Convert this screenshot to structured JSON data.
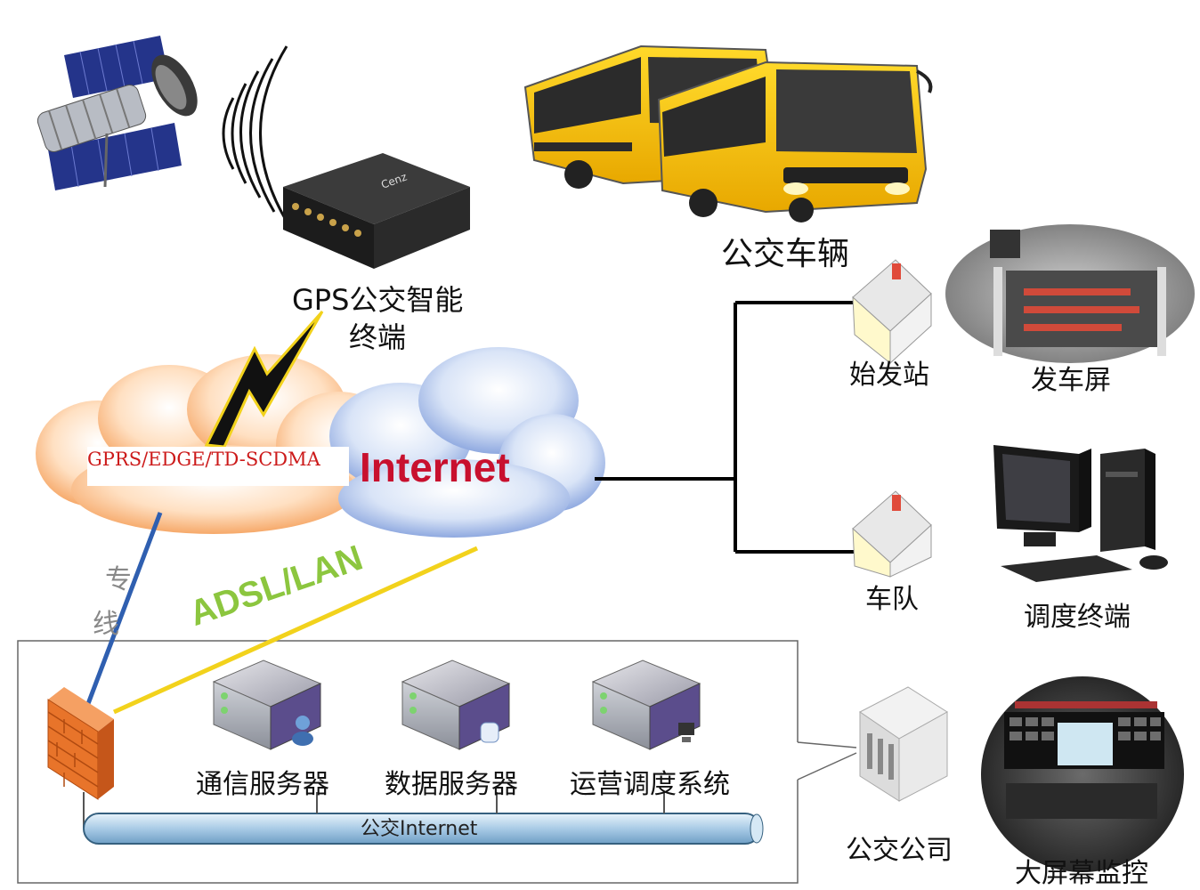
{
  "labels": {
    "gps_terminal": "GPS公交智能",
    "gps_terminal_line2": "终端",
    "gprs": "GPRS/EDGE/TD-SCDMA",
    "internet": "Internet",
    "adsl": "ADSL/LAN",
    "dedicated_line_1": "专",
    "dedicated_line_2": "线",
    "bus_vehicle": "公交车辆",
    "start_station": "始发站",
    "departure_screen": "发车屏",
    "fleet": "车队",
    "dispatch_terminal": "调度终端",
    "comm_server": "通信服务器",
    "data_server": "数据服务器",
    "ops_system": "运营调度系统",
    "bus_internet": "公交Internet",
    "bus_company": "公交公司",
    "big_screen": "大屏幕监控"
  },
  "colors": {
    "bus_yellow": "#f5c400",
    "internet_red": "#c8102e",
    "gprs_red": "#cc1a1a",
    "adsl_green": "#8cc63f",
    "yellow_line": "#f2d21c",
    "blue_line": "#2f5fb0",
    "firewall": "#e8742a",
    "pipe": "#a9cbe6"
  }
}
